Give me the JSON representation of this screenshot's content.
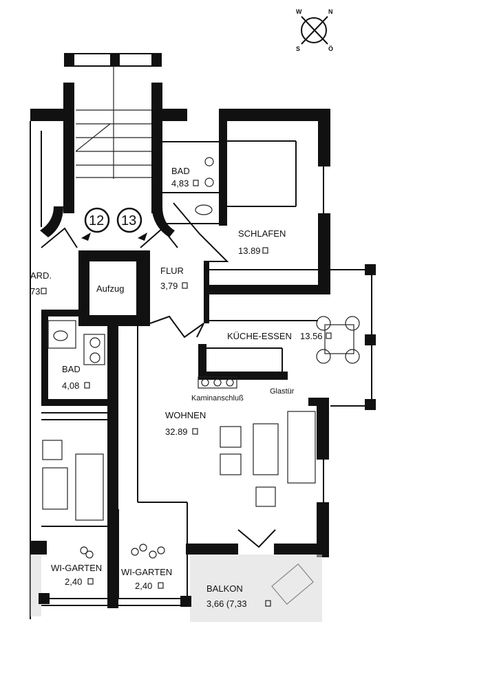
{
  "compass": {
    "n": "N",
    "w": "W",
    "s": "S",
    "o": "Ö"
  },
  "stairs": {
    "left": "12",
    "right": "13"
  },
  "rooms": {
    "bad_top": {
      "name": "BAD",
      "area": "4,83"
    },
    "schlafen": {
      "name": "SCHLAFEN",
      "area": "13.89"
    },
    "flur": {
      "name": "FLUR",
      "area": "3,79"
    },
    "aufzug": {
      "name": "Aufzug"
    },
    "ard": {
      "name": "ARD.",
      "area": "73"
    },
    "kueche": {
      "name": "KÜCHE-ESSEN",
      "area": "13.56"
    },
    "bad_left": {
      "name": "BAD",
      "area": "4,08"
    },
    "wohnen": {
      "name": "WOHNEN",
      "area": "32.89"
    },
    "wigarten_left": {
      "name": "WI-GARTEN",
      "area": "2,40"
    },
    "wigarten_right": {
      "name": "WI-GARTEN",
      "area": "2,40"
    },
    "balkon": {
      "name": "BALKON",
      "area": "3,66 (7,33"
    }
  },
  "labels": {
    "kamin": "Kaminanschluß",
    "glastuer": "Glastür"
  }
}
